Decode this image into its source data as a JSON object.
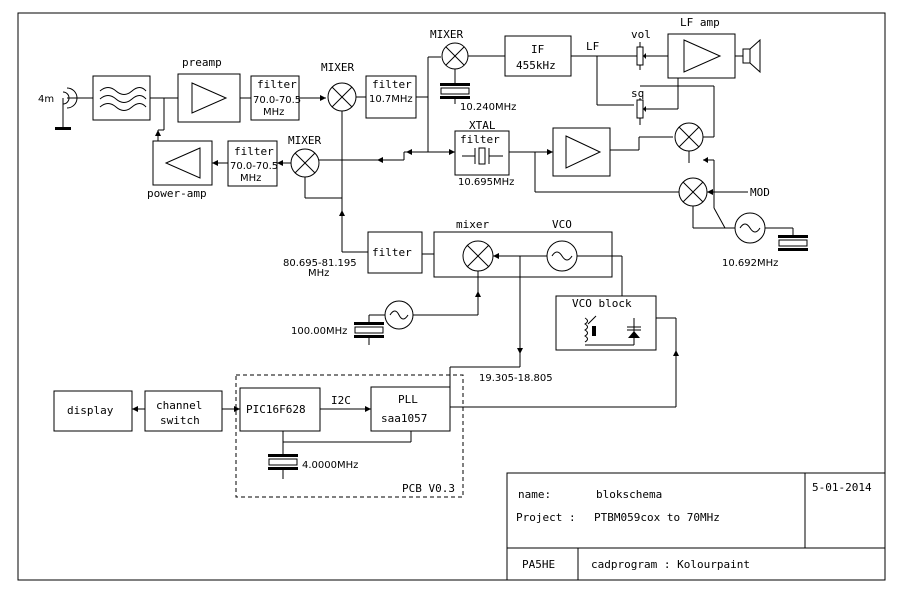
{
  "labels": {
    "antenna": "4m",
    "preamp": "preamp",
    "filter": "filter",
    "filter1_freq": "70.0-70.5",
    "mhz": "MHz",
    "mixer_upper": "MIXER",
    "filter2_freq": "10.7MHz",
    "mixer_if": "MIXER",
    "if_line1": "IF",
    "if_line2": "455kHz",
    "lf": "LF",
    "vol": "vol",
    "lf_amp": "LF amp",
    "sq": "sq",
    "osc_if_freq": "10.240MHz",
    "xtal": "XTAL",
    "xtal_freq": "10.695MHz",
    "power_amp": "power-amp",
    "filter3_freq": "70.0-70.5",
    "mixer_tx": "MIXER",
    "mod": "MOD",
    "osc_mod_freq": "10.692MHz",
    "filter4": "filter",
    "range_rx": "80.695-81.195",
    "mixer_lower": "mixer",
    "vco": "VCO",
    "osc_100_freq": "100.00MHz",
    "vco_block": "VCO block",
    "range_vco": "19.305-18.805",
    "display": "display",
    "channel_switch_1": "channel",
    "channel_switch_2": "switch",
    "pic": "PIC16F628",
    "i2c": "I2C",
    "pll1": "PLL",
    "pll2": "saa1057",
    "osc_pic_freq": "4.0000MHz",
    "pcb": "PCB V0.3"
  },
  "title_block": {
    "date": "5-01-2014",
    "name_label": "name:",
    "name_value": "blokschema",
    "project_label": "Project :",
    "project_value": "PTBM059cox to 70MHz",
    "author": "PA5HE",
    "cad": "cadprogram : Kolourpaint"
  }
}
